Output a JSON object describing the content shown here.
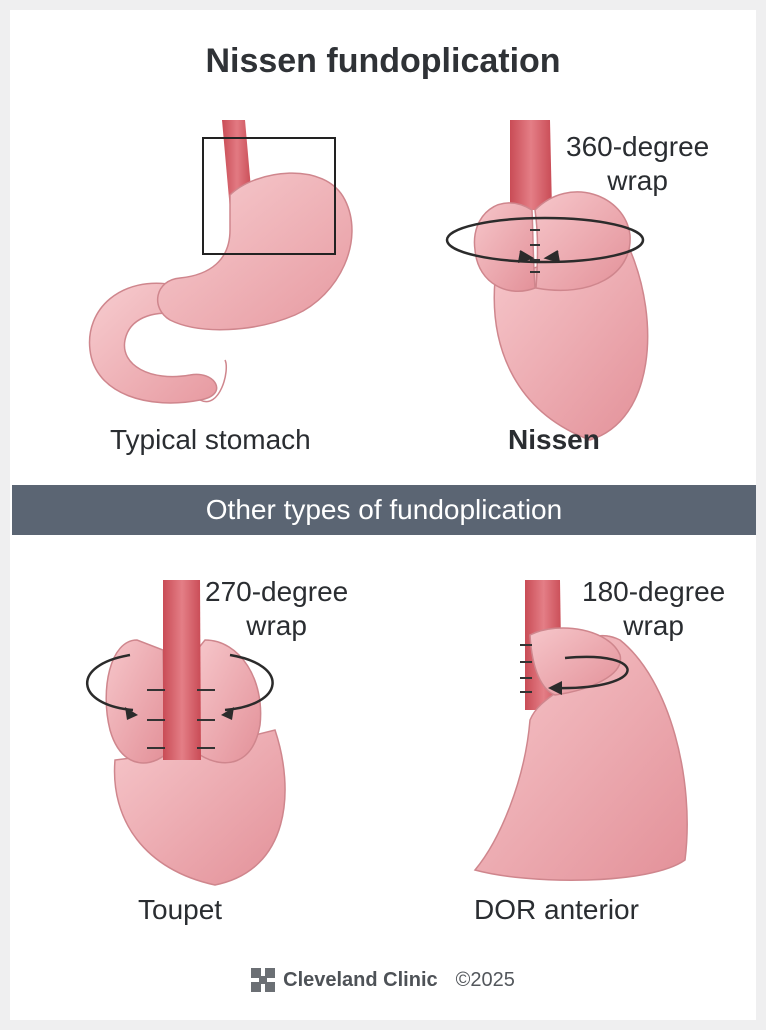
{
  "title": "Nissen fundoplication",
  "panels": {
    "typical": {
      "label": "Typical stomach"
    },
    "nissen": {
      "label": "Nissen",
      "wrap_line1": "360-degree",
      "wrap_line2": "wrap"
    },
    "toupet": {
      "label": "Toupet",
      "wrap_line1": "270-degree",
      "wrap_line2": "wrap"
    },
    "dor": {
      "label": "DOR anterior",
      "wrap_line1": "180-degree",
      "wrap_line2": "wrap"
    }
  },
  "banner": {
    "text": "Other types of fundoplication"
  },
  "footer": {
    "brand": "Cleveland Clinic",
    "copyright": "©2025",
    "icon": "cleveland-clinic-logo-icon"
  },
  "colors": {
    "stomach": "#f3b9bd",
    "stomach_shadow": "#d98a91",
    "esophagus": "#d9666e",
    "banner": "#5b6573",
    "text": "#2a2d31"
  }
}
